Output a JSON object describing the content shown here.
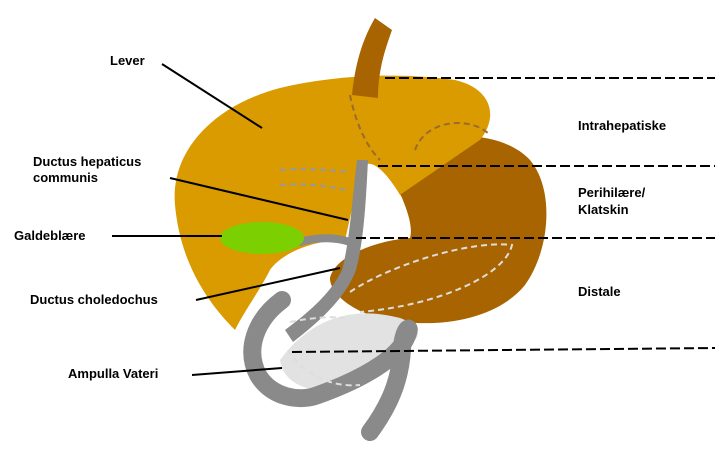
{
  "labels": {
    "lever": "Lever",
    "ductus_hepaticus_line1": "Ductus hepaticus",
    "ductus_hepaticus_line2": "communis",
    "galdeblaere": "Galdeblære",
    "ductus_choledochus": "Ductus choledochus",
    "ampulla_vateri": "Ampulla Vateri",
    "intrahepatiske": "Intrahepatiske",
    "perihilaere_line1": "Perihilære/",
    "perihilaere_line2": "Klatskin",
    "distale": "Distale"
  },
  "colors": {
    "liver": "#D99B00",
    "liver_dark": "#A86400",
    "duodenum": "#A86400",
    "duct": "#8A8A8A",
    "pancreas": "#E2E2E2",
    "gallbladder": "#7CCF00",
    "dashed": "#999999"
  }
}
